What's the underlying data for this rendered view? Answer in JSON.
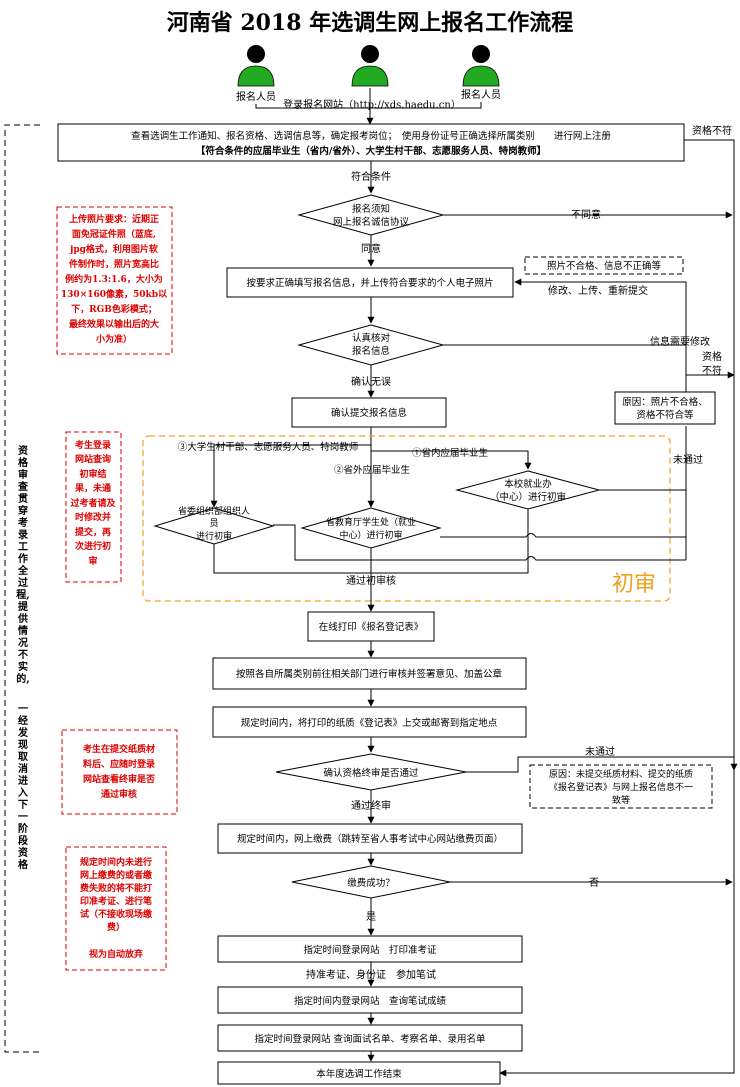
{
  "title": "河南省 2018 年选调生网上报名工作流程",
  "applicant_label": "报名人员",
  "website_label": "登录报名网站（http://xds.haedu.cn）",
  "step1_line1": "查看选调生工作通知、报名资格、选调信息等，确定报考岗位；　使用身份证号正确选择所属类别　　进行网上注册",
  "step1_line2": "【符合条件的应届毕业生（省内/省外）、大学生村干部、志愿服务人员、特岗教师】",
  "label_fuhe": "符合条件",
  "label_zige_bufu": "资格不符",
  "decision1_line1": "报名须知",
  "decision1_line2": "网上报名诚信协议",
  "label_butongyi": "不同意",
  "label_tongyi": "同意",
  "step2": "按要求正确填写报名信息，并上传符合要求的个人电子照片",
  "note_photo_bad": "照片不合格、信息不正确等",
  "label_modify_upload": "修改、上传、重新提交",
  "decision2_line1": "认真核对",
  "decision2_line2": "报名信息",
  "label_need_modify": "信息需要修改",
  "label_zige_bufu2_a": "资格",
  "label_zige_bufu2_b": "不符",
  "label_confirm_ok": "确认无误",
  "step3": "确认提交报名信息",
  "note_reason1_line1": "原因：照片不合格、",
  "note_reason1_line2": "资格不符合等",
  "label_branch3": "③大学生村干部、志愿服务人员、特岗教师",
  "label_branch1": "①省内应届毕业生",
  "label_branch2": "②省外应届毕业生",
  "label_not_passed": "未通过",
  "decision_school_line1": "本校就业办",
  "decision_school_line2": "（中心）进行初审",
  "decision_org_line1": "省委组织部组织人",
  "decision_org_line2": "员",
  "decision_org_line3": "进行初审",
  "decision_edu_line1": "省教育厅学生处（就业",
  "decision_edu_line2": "中心）进行初审",
  "label_pass_initial": "通过初审核",
  "label_chushen": "初审",
  "step4": "在线打印《报名登记表》",
  "step5": "按照各自所属类别前往相关部门进行审核并签署意见、加盖公章",
  "step6": "规定时间内，将打印的纸质《登记表》上交或邮寄到指定地点",
  "decision3": "确认资格终审是否通过",
  "label_not_passed2": "未通过",
  "note_reason2": [
    "原因：未提交纸质材料、提交的纸质",
    "《报名登记表》与网上报名信息不一",
    "致等"
  ],
  "label_pass_final": "通过终审",
  "step7": "规定时间内，网上缴费（跳转至省人事考试中心网站缴费页面）",
  "decision4": "缴费成功？",
  "label_no": "否",
  "label_yes": "是",
  "step8": "指定时间登录网站　打印准考证",
  "label_exam": "持准考证、身份证　参加笔试",
  "step9": "指定时间内登录网站　查询笔试成绩",
  "step10": "指定时间登录网站 查询面试名单、考察名单、录用名单",
  "step11": "本年度选调工作结束",
  "left_note_line1": [
    "资",
    "格",
    "审",
    "查",
    "贯",
    "穿",
    "考",
    "录",
    "工",
    "作",
    "全",
    "过",
    "程,",
    "提",
    "供",
    "情",
    "况",
    "不",
    "实",
    "的,"
  ],
  "left_note_line2": [
    "一",
    "经",
    "发",
    "现",
    "取",
    "消",
    "进",
    "入",
    "下",
    "一",
    "阶",
    "段",
    "资",
    "格"
  ],
  "red_note1": [
    "上传照片要求：近期正",
    "面免冠证件照（蓝底,",
    "jpg格式，利用图片软",
    "件制作时，照片宽高比",
    "例约为1.3:1.6，大小为",
    "130×160像素，50kb以",
    "下，RGB色彩模式；",
    "最终效果以输出后的大",
    "小为准）"
  ],
  "red_note2": [
    "考生登录",
    "网站查询",
    "初审结",
    "果，未通",
    "过考者请及",
    "时修改并",
    "提交，再",
    "次进行初",
    "审"
  ],
  "red_note3": [
    "考生在提交纸质材",
    "料后、应随时登录",
    "网站查看终审是否",
    "通过审核"
  ],
  "red_note4": [
    "规定时间内未进行",
    "网上缴费的或者缴",
    "费失败的将不能打",
    "印准考证、进行笔",
    "试（不接收现场缴",
    "费）",
    "",
    "视为自动放弃"
  ],
  "colors": {
    "person": "#22aa22",
    "red": "#e00000",
    "orange": "#f0a020"
  }
}
